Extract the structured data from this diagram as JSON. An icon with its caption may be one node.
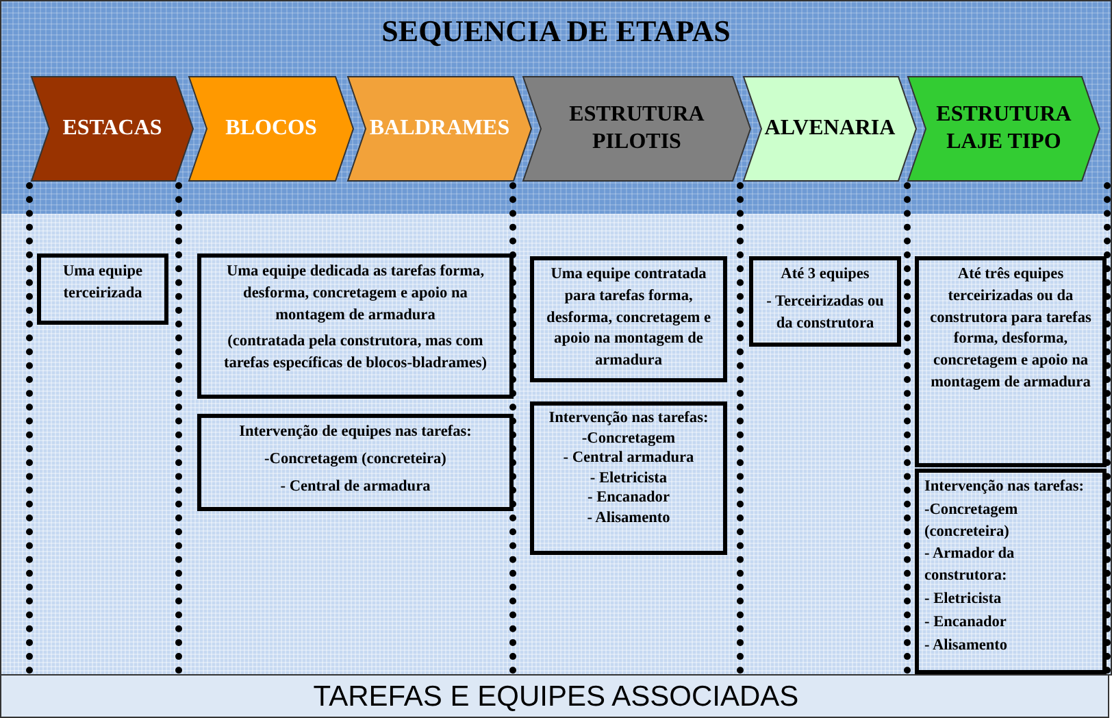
{
  "diagram": {
    "title": "SEQUENCIA DE ETAPAS",
    "caption": "TAREFAS E EQUIPES ASSOCIADAS",
    "nodes": [
      {
        "text": [
          "ESTACAS"
        ]
      },
      {
        "text": [
          "BLOCOS"
        ]
      },
      {
        "text": [
          "BALDRAMES"
        ]
      },
      {
        "text": [
          "ESTRUTURA PILOTIS"
        ]
      },
      {
        "text": [
          "ALVENARIA"
        ]
      },
      {
        "text": [
          "ESTRUTURA LAJE TIPO"
        ]
      },
      {
        "text": [
          "Uma equipe terceirizada"
        ]
      },
      {
        "text": [
          "Uma equipe dedicada as tarefas forma, desforma, concretagem e apoio na montagem de armadura",
          "(contratada pela construtora, mas com tarefas específicas de blocos-bladrames)"
        ]
      },
      {
        "text": [
          "Intervenção de equipes nas tarefas:",
          "-Concretagem (concreteira)",
          "- Central de armadura"
        ]
      },
      {
        "text": [
          "Uma equipe contratada para tarefas forma, desforma, concretagem e apoio na montagem de armadura"
        ]
      },
      {
        "text": [
          "Intervenção nas tarefas:",
          "-Concretagem",
          "- Central armadura",
          "- Eletricista",
          "- Encanador",
          "- Alisamento"
        ]
      },
      {
        "text": [
          "Até 3 equipes",
          "- Terceirizadas ou da construtora"
        ]
      },
      {
        "text": [
          "Até três equipes terceirizadas ou da construtora para tarefas forma, desforma, concretagem e apoio na montagem de armadura"
        ]
      },
      {
        "text": [
          "Intervenção nas tarefas:",
          "-Concretagem (concreteira)",
          "- Armador da construtora:",
          "- Eletricista",
          "- Encanador",
          "- Alisamento"
        ]
      }
    ]
  }
}
